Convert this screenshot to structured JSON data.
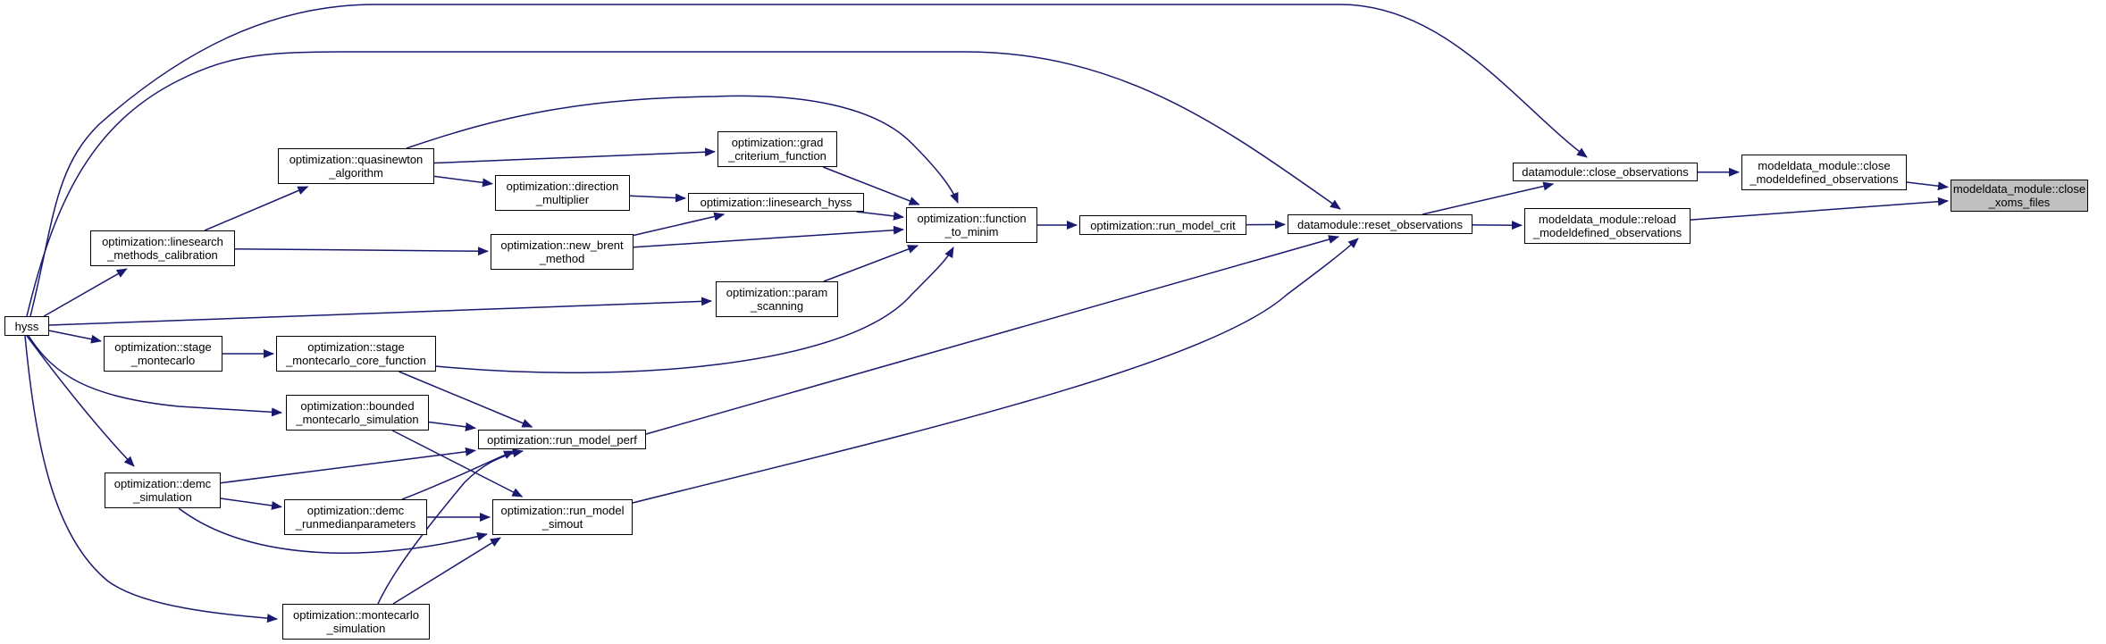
{
  "colors": {
    "edge": "#191970",
    "node_border": "#000000",
    "node_bg": "#ffffff",
    "selected_bg": "#bfbfbf"
  },
  "nodes": [
    {
      "id": "close_xoms",
      "lines": [
        "modeldata_module::close",
        "_xoms_files"
      ],
      "selected": true
    },
    {
      "id": "close_modeldef",
      "lines": [
        "modeldata_module::close",
        "_modeldefined_observations"
      ]
    },
    {
      "id": "reload_modeldef",
      "lines": [
        "modeldata_module::reload",
        "_modeldefined_observations"
      ]
    },
    {
      "id": "close_obs",
      "lines": [
        "datamodule::close_observations"
      ]
    },
    {
      "id": "reset_obs",
      "lines": [
        "datamodule::reset_observations"
      ]
    },
    {
      "id": "run_model_crit",
      "lines": [
        "optimization::run_model_crit"
      ]
    },
    {
      "id": "function_to_minim",
      "lines": [
        "optimization::function",
        "_to_minim"
      ]
    },
    {
      "id": "grad_crit",
      "lines": [
        "optimization::grad",
        "_criterium_function"
      ]
    },
    {
      "id": "linesearch_hyss",
      "lines": [
        "optimization::linesearch_hyss"
      ]
    },
    {
      "id": "quasinewton",
      "lines": [
        "optimization::quasinewton",
        "_algorithm"
      ]
    },
    {
      "id": "direction_mult",
      "lines": [
        "optimization::direction",
        "_multiplier"
      ]
    },
    {
      "id": "new_brent",
      "lines": [
        "optimization::new_brent",
        "_method"
      ]
    },
    {
      "id": "linesearch_calib",
      "lines": [
        "optimization::linesearch",
        "_methods_calibration"
      ]
    },
    {
      "id": "param_scanning",
      "lines": [
        "optimization::param",
        "_scanning"
      ]
    },
    {
      "id": "hyss",
      "lines": [
        "hyss"
      ]
    },
    {
      "id": "stage_montecarlo",
      "lines": [
        "optimization::stage",
        "_montecarlo"
      ]
    },
    {
      "id": "stage_mc_core",
      "lines": [
        "optimization::stage",
        "_montecarlo_core_function"
      ]
    },
    {
      "id": "bounded_mc",
      "lines": [
        "optimization::bounded",
        "_montecarlo_simulation"
      ]
    },
    {
      "id": "run_model_perf",
      "lines": [
        "optimization::run_model_perf"
      ]
    },
    {
      "id": "demc_sim",
      "lines": [
        "optimization::demc",
        "_simulation"
      ]
    },
    {
      "id": "demc_runmedian",
      "lines": [
        "optimization::demc",
        "_runmedianparameters"
      ]
    },
    {
      "id": "run_model_simout",
      "lines": [
        "optimization::run_model",
        "_simout"
      ]
    },
    {
      "id": "montecarlo_sim",
      "lines": [
        "optimization::montecarlo",
        "_simulation"
      ]
    }
  ],
  "edges": [
    {
      "from": "close_modeldef",
      "to": "close_xoms"
    },
    {
      "from": "reload_modeldef",
      "to": "close_xoms"
    },
    {
      "from": "close_obs",
      "to": "close_modeldef"
    },
    {
      "from": "reset_obs",
      "to": "reload_modeldef"
    },
    {
      "from": "reset_obs",
      "to": "close_obs"
    },
    {
      "from": "hyss",
      "to": "close_obs"
    },
    {
      "from": "run_model_crit",
      "to": "reset_obs"
    },
    {
      "from": "hyss",
      "to": "reset_obs"
    },
    {
      "from": "run_model_perf",
      "to": "reset_obs"
    },
    {
      "from": "run_model_simout",
      "to": "reset_obs"
    },
    {
      "from": "function_to_minim",
      "to": "run_model_crit"
    },
    {
      "from": "grad_crit",
      "to": "function_to_minim"
    },
    {
      "from": "linesearch_hyss",
      "to": "function_to_minim"
    },
    {
      "from": "new_brent",
      "to": "function_to_minim"
    },
    {
      "from": "param_scanning",
      "to": "function_to_minim"
    },
    {
      "from": "quasinewton",
      "to": "function_to_minim"
    },
    {
      "from": "stage_mc_core",
      "to": "function_to_minim"
    },
    {
      "from": "quasinewton",
      "to": "grad_crit"
    },
    {
      "from": "direction_mult",
      "to": "linesearch_hyss"
    },
    {
      "from": "new_brent",
      "to": "linesearch_hyss"
    },
    {
      "from": "quasinewton",
      "to": "direction_mult"
    },
    {
      "from": "linesearch_calib",
      "to": "quasinewton"
    },
    {
      "from": "linesearch_calib",
      "to": "new_brent"
    },
    {
      "from": "hyss",
      "to": "linesearch_calib"
    },
    {
      "from": "hyss",
      "to": "param_scanning"
    },
    {
      "from": "hyss",
      "to": "stage_montecarlo"
    },
    {
      "from": "stage_montecarlo",
      "to": "stage_mc_core"
    },
    {
      "from": "stage_mc_core",
      "to": "run_model_perf"
    },
    {
      "from": "bounded_mc",
      "to": "run_model_perf"
    },
    {
      "from": "bounded_mc",
      "to": "run_model_simout"
    },
    {
      "from": "demc_sim",
      "to": "run_model_perf"
    },
    {
      "from": "demc_sim",
      "to": "demc_runmedian"
    },
    {
      "from": "demc_sim",
      "to": "run_model_simout"
    },
    {
      "from": "demc_runmedian",
      "to": "run_model_perf"
    },
    {
      "from": "demc_runmedian",
      "to": "run_model_simout"
    },
    {
      "from": "montecarlo_sim",
      "to": "run_model_perf"
    },
    {
      "from": "montecarlo_sim",
      "to": "run_model_simout"
    },
    {
      "from": "hyss",
      "to": "bounded_mc"
    },
    {
      "from": "hyss",
      "to": "demc_sim"
    },
    {
      "from": "hyss",
      "to": "montecarlo_sim"
    }
  ]
}
